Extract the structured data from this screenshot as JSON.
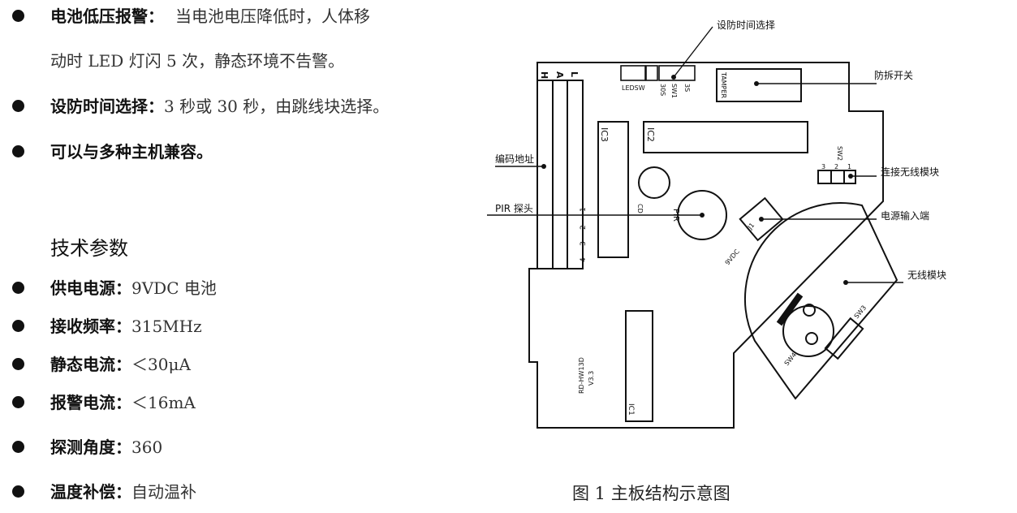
{
  "features": [
    {
      "label": "电池低压报警：",
      "text": "当电池电压降低时，人体移",
      "cont": "动时 LED 灯闪 5 次，静态环境不告警。"
    },
    {
      "label": "设防时间选择：",
      "text": "3 秒或 30 秒，由跳线块选择。"
    },
    {
      "label": "可以与多种主机兼容。",
      "text": ""
    }
  ],
  "specs_title": "技术参数",
  "specs": [
    {
      "label": "供电电源：",
      "value": "9VDC 电池"
    },
    {
      "label": "接收频率：",
      "value": "315MHz"
    },
    {
      "label": "静态电流：",
      "value": "＜30μA"
    },
    {
      "label": "报警电流：",
      "value": "＜16mA"
    },
    {
      "label": "探测角度：",
      "value": "360"
    },
    {
      "label": "温度补偿：",
      "value": "自动温补"
    }
  ],
  "diagram": {
    "caption": "图 1 主板结构示意图",
    "callouts": {
      "arm_time": "设防时间选择",
      "tamper_switch": "防拆开关",
      "code_address": "编码地址",
      "wireless_connect": "连接无线模块",
      "pir": "PIR 探头",
      "power_input": "电源输入端",
      "wireless_module": "无线模块"
    },
    "board_labels": {
      "hal_h": "H",
      "hal_a": "A",
      "hal_l": "L",
      "ledsw": "LEDSW",
      "s30": "30S",
      "sw1": "SW1",
      "s3": "3S",
      "tamper": "TAMPER",
      "ic3": "IC3",
      "ic2": "IC2",
      "ic1": "IC1",
      "cd": "CD",
      "pir_text": "PIR",
      "sw2": "SW2",
      "p3": "3",
      "p2": "2",
      "p1": "1",
      "j1": "J1",
      "vdc": "9VDC",
      "sw4": "SW4",
      "sw3": "SW3",
      "h1": "1",
      "h2": "2",
      "h3": "3",
      "h4": "4",
      "model": "RD-HW13D",
      "version": "V3.3"
    }
  }
}
